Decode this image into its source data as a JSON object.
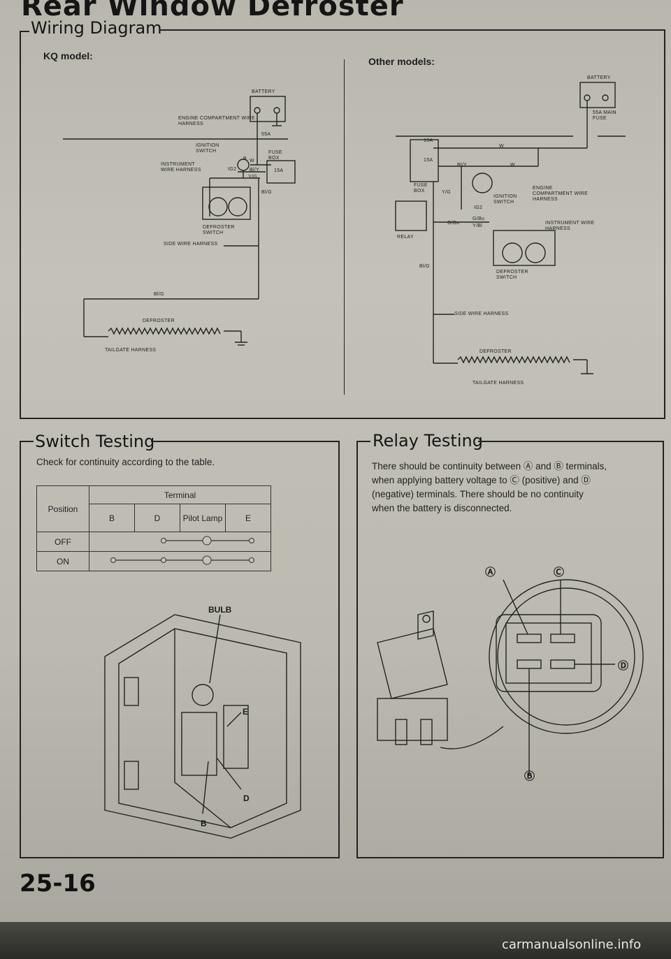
{
  "header": {
    "title": "Rear Window Defroster"
  },
  "wiring": {
    "title": "Wiring Diagram",
    "kq_label": "KQ model:",
    "other_label": "Other models:",
    "kq": {
      "battery": "BATTERY",
      "engine_harness": "ENGINE COMPARTMENT WIRE HARNESS",
      "fuse_55a": "55A",
      "ignition_switch": "IGNITION SWITCH",
      "fuse_box": "FUSE BOX",
      "instrument_harness": "INSTRUMENT WIRE HARNESS",
      "ig2": "IG2",
      "b": "B",
      "w": "W",
      "bly": "Bl/Y",
      "yg": "Y/G",
      "fuse_15a": "15A",
      "blg": "Bl/G",
      "defroster_switch": "DEFROSTER SWITCH",
      "side_harness": "SIDE WIRE HARNESS",
      "defroster": "DEFROSTER",
      "tailgate": "TAILGATE HARNESS"
    },
    "other": {
      "battery": "BATTERY",
      "main_fuse": "55A MAIN FUSE",
      "fuse_10a": "10A",
      "fuse_15a": "15A",
      "w": "W",
      "bly": "Bl/Y",
      "fuse_box": "FUSE BOX",
      "yg": "Y/G",
      "ig2": "IG2",
      "ignition_switch": "IGNITION SWITCH",
      "engine_harness": "ENGINE COMPARTMENT WIRE HARNESS",
      "ybl": "Y/Bl",
      "gbu": "G/Bu",
      "relay": "RELAY",
      "instrument_harness": "INSTRUMENT WIRE HARNESS",
      "blg": "Bl/G",
      "defroster_switch": "DEFROSTER SWITCH",
      "side_harness": "SIDE WIRE HARNESS",
      "defroster": "DEFROSTER",
      "tailgate": "TAILGATE HARNESS"
    }
  },
  "switch_testing": {
    "title": "Switch Testing",
    "intro": "Check for continuity according to the table.",
    "table": {
      "position_header": "Position",
      "terminal_header": "Terminal",
      "columns": [
        "B",
        "D",
        "Pilot Lamp",
        "E"
      ],
      "rows": [
        {
          "position": "OFF",
          "connected": [
            "D",
            "Pilot Lamp",
            "E"
          ]
        },
        {
          "position": "ON",
          "connected": [
            "B",
            "D",
            "Pilot Lamp",
            "E"
          ]
        }
      ]
    },
    "figure_labels": {
      "bulb": "BULB",
      "e": "E",
      "d": "D",
      "b": "B"
    }
  },
  "relay_testing": {
    "title": "Relay Testing",
    "text": [
      "There should be continuity between Ⓐ and Ⓑ terminals,",
      "when applying battery voltage to Ⓒ (positive) and Ⓓ",
      "(negative) terminals. There should be no continuity",
      "when the battery is disconnected."
    ],
    "figure_labels": {
      "a": "Ⓐ",
      "b": "Ⓑ",
      "c": "Ⓒ",
      "d": "Ⓓ"
    }
  },
  "page_number": "25-16",
  "watermark": "carmanualsonline.info"
}
